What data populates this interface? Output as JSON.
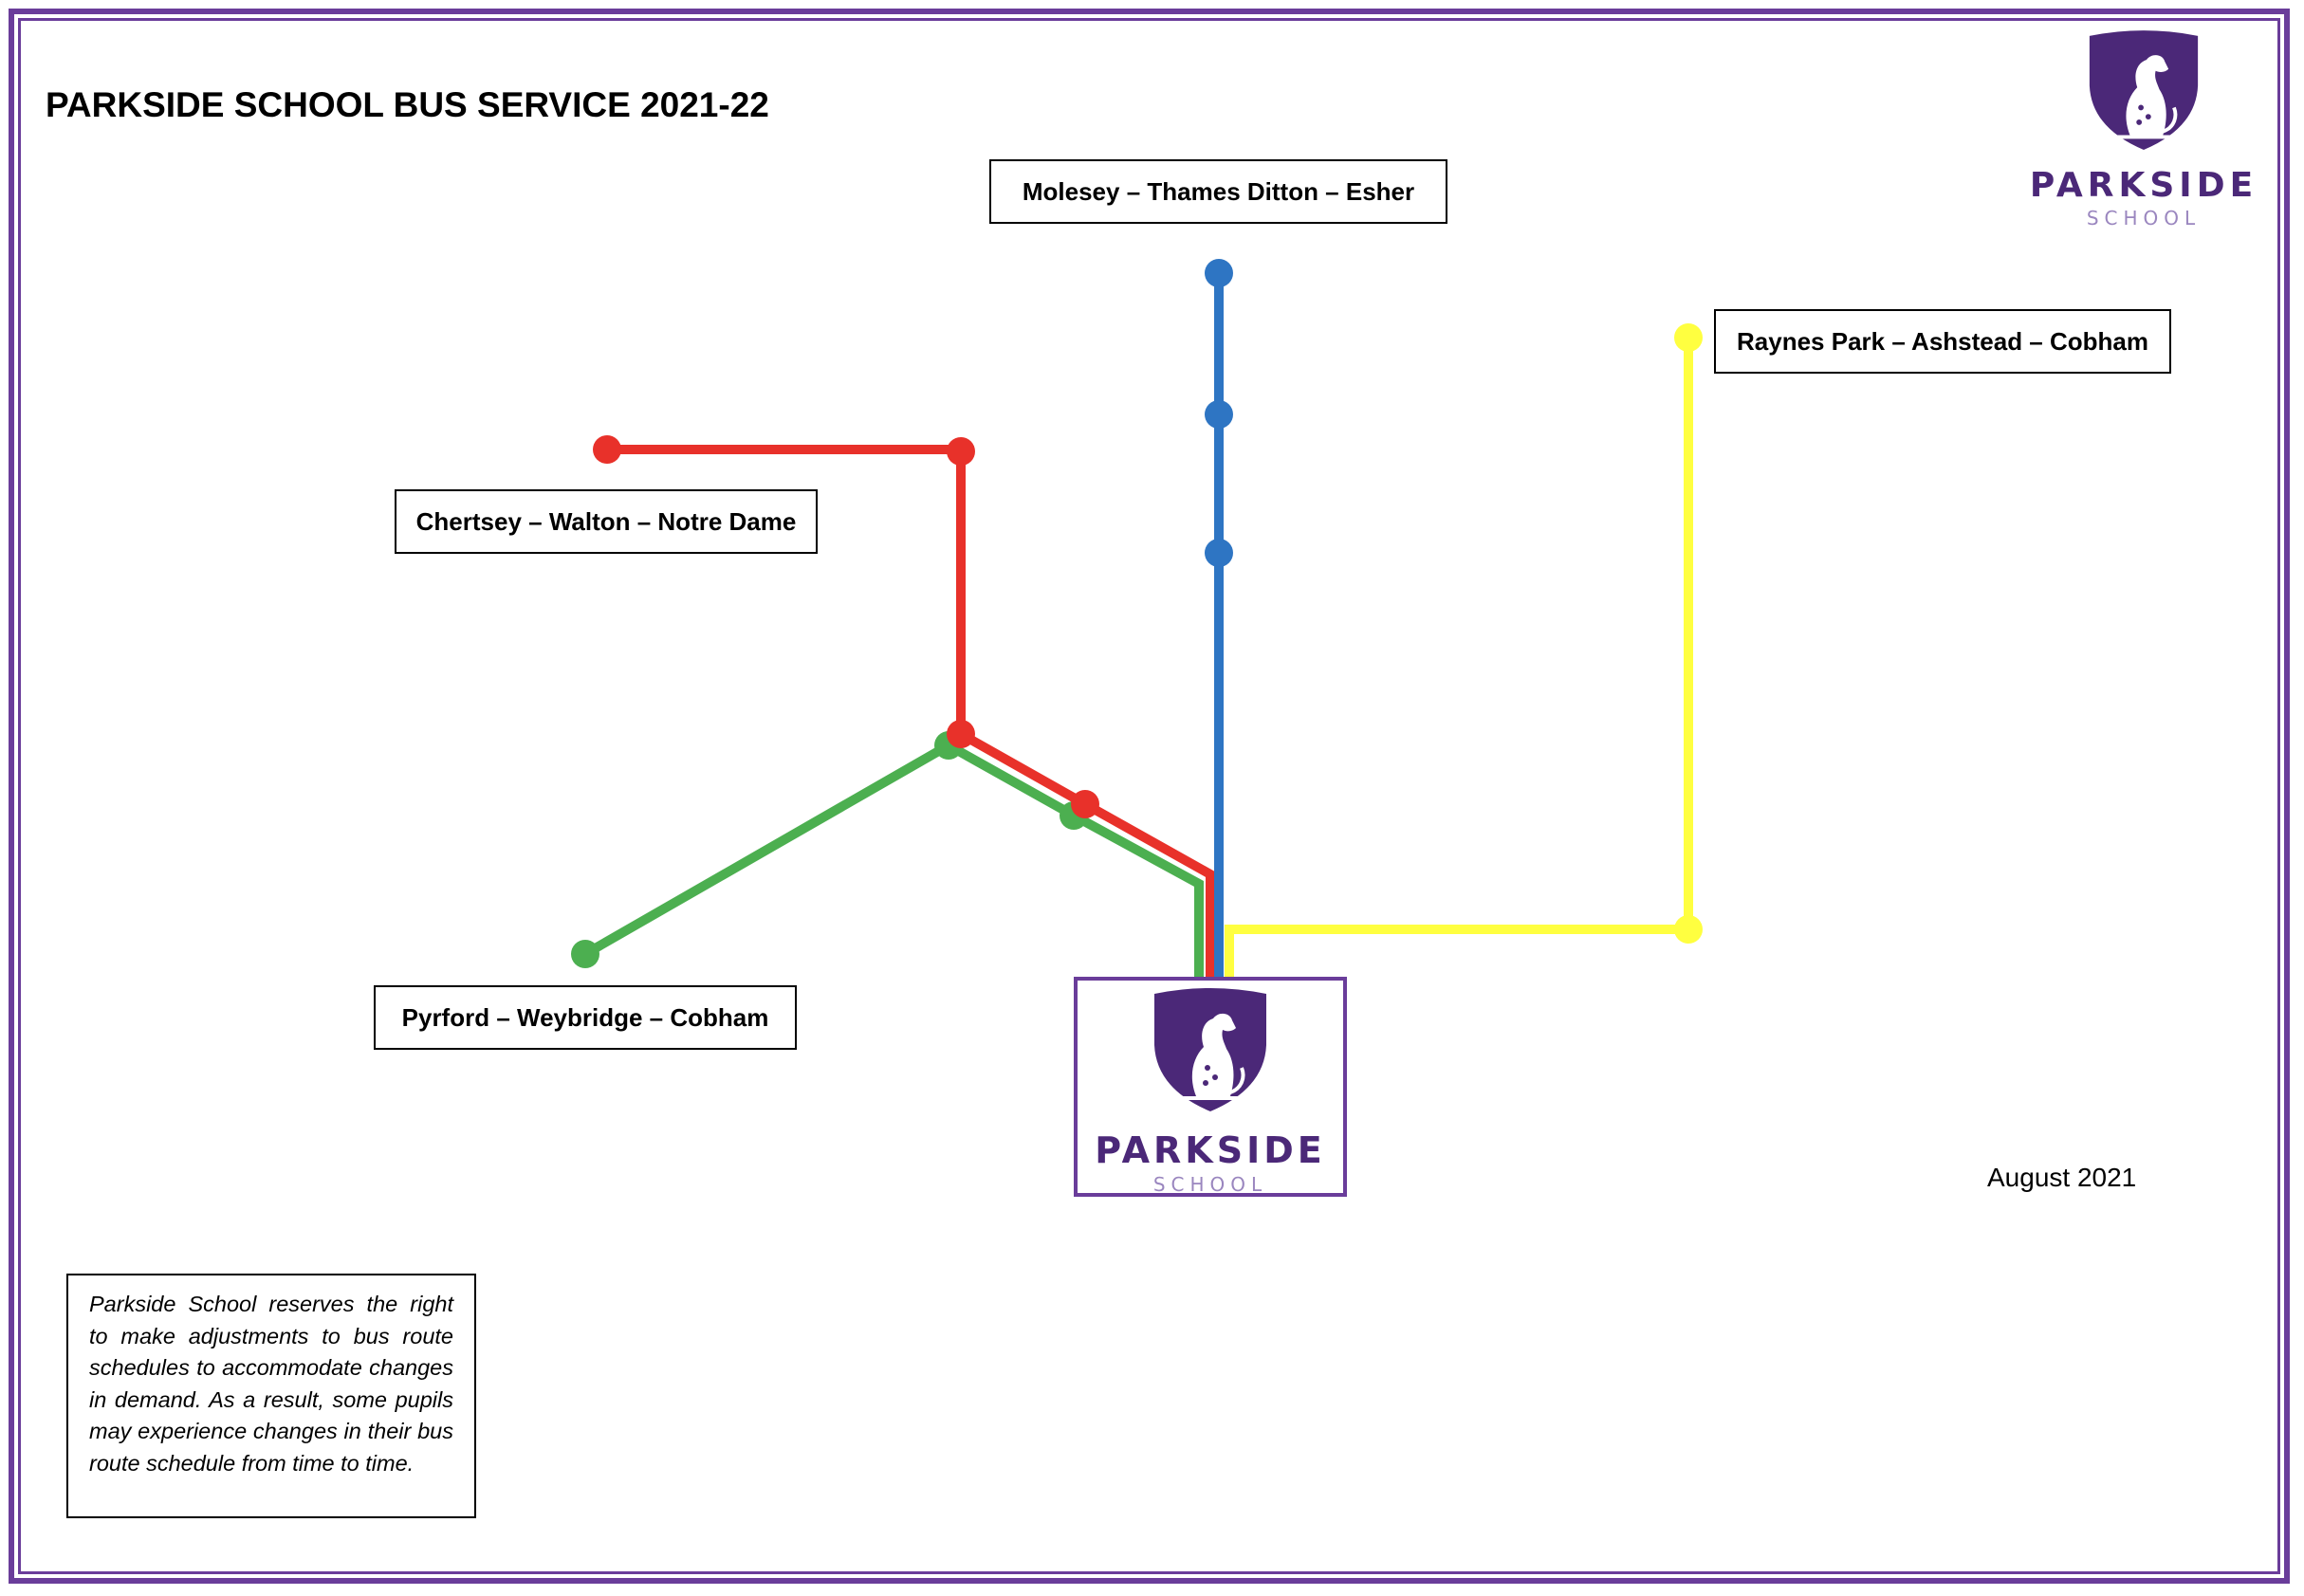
{
  "title": "PARKSIDE SCHOOL BUS SERVICE 2021-22",
  "colors": {
    "frame": "#6a3d9a",
    "red_route": "#e8312a",
    "blue_route": "#2e75c3",
    "green_route": "#4caf50",
    "yellow_route": "#ffff40",
    "logo_purple": "#4b2878"
  },
  "routes": {
    "molesey": {
      "label": "Molesey – Thames Ditton – Esher",
      "color": "blue"
    },
    "raynes": {
      "label": "Raynes Park – Ashstead – Cobham",
      "color": "yellow"
    },
    "chertsey": {
      "label": "Chertsey – Walton – Notre Dame",
      "color": "red"
    },
    "pyrford": {
      "label": "Pyrford – Weybridge – Cobham",
      "color": "green"
    }
  },
  "logo": {
    "name": "PARKSIDE",
    "subtitle": "SCHOOL",
    "icon": "shield-crest-icon"
  },
  "date": "August 2021",
  "disclaimer": "Parkside School reserves the right to make adjustments to bus route schedules to accommodate changes in demand. As a result, some pupils may experience changes in their bus route schedule from time to time."
}
